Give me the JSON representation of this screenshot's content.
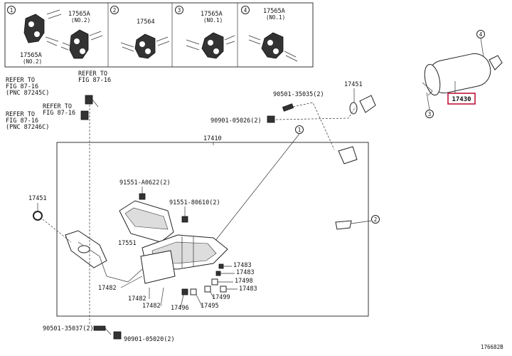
{
  "inset": {
    "panels": [
      {
        "num": "1",
        "parts": [
          {
            "label": "17565A",
            "sub": "(NO.2)"
          }
        ]
      },
      {
        "num": "2",
        "parts": [
          {
            "label": "17565A",
            "sub": "(NO.2)"
          },
          {
            "label": "17564",
            "sub": ""
          }
        ]
      },
      {
        "num": "3",
        "parts": [
          {
            "label": "17565A",
            "sub": "(NO.1)"
          }
        ]
      },
      {
        "num": "4",
        "parts": [
          {
            "label": "17565A",
            "sub": "(NO.1)"
          }
        ]
      }
    ]
  },
  "refs": [
    {
      "line1": "REFER TO",
      "line2": "FIG 87-16",
      "line3": "(PNC 87245C)"
    },
    {
      "line1": "REFER TO",
      "line2": "FIG 87-16",
      "line3": ""
    },
    {
      "line1": "REFER TO",
      "line2": "FIG 87-16",
      "line3": ""
    },
    {
      "line1": "REFER TO",
      "line2": "FIG 87-16",
      "line3": "(PNC 87246C)"
    }
  ],
  "labels": {
    "muffler": "17430",
    "gasket_top": "17451",
    "bolt_top": "90501-35035(2)",
    "nut_top": "90901-05026(2)",
    "assembly": "17410",
    "bolt_a": "91551-A0622(2)",
    "bolt_b": "91551-80610(2)",
    "gasket_left": "17451",
    "conv": "17551",
    "p17483a": "17483",
    "p17483b": "17483",
    "p17498": "17498",
    "p17483c": "17483",
    "p17499": "17499",
    "p17482a": "17482",
    "p17482b": "17482",
    "p17482c": "17482",
    "p17496": "17496",
    "p17495": "17495",
    "bolt_bottom": "90501-35037(2)",
    "nut_bottom": "90901-05020(2)",
    "figure_id": "176682B"
  },
  "callouts": {
    "c1": "1",
    "c2": "2",
    "c3": "3",
    "c4": "4"
  }
}
